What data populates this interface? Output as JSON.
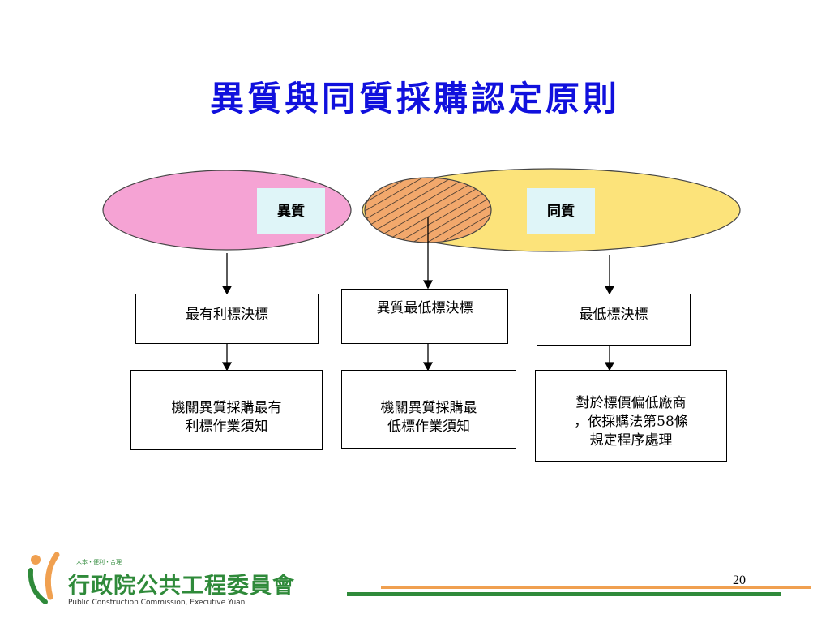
{
  "slide": {
    "title": "異質與同質採購認定原則",
    "page_number": "20"
  },
  "venn": {
    "left_label": "異質",
    "right_label": "同質",
    "left_color": "#f5a3d4",
    "right_color": "#fce37a",
    "overlap_color": "#f2a86c"
  },
  "columns": [
    {
      "method": "最有利標決標",
      "detail": "機關異質採購最有\n利標作業須知"
    },
    {
      "method": "異質最低標決標",
      "detail": "機關異質採購最\n低標作業須知"
    },
    {
      "method": "最低標決標",
      "detail": "對於標價偏低廠商\n，依採購法第58條\n規定程序處理"
    }
  ],
  "footer": {
    "org_name_cn": "行政院公共工程委員會",
    "org_name_en": "Public Construction Commission, Executive Yuan",
    "tagline": "人本・便利・合理",
    "accent_green": "#2f8a3a",
    "accent_orange": "#f0a050"
  }
}
